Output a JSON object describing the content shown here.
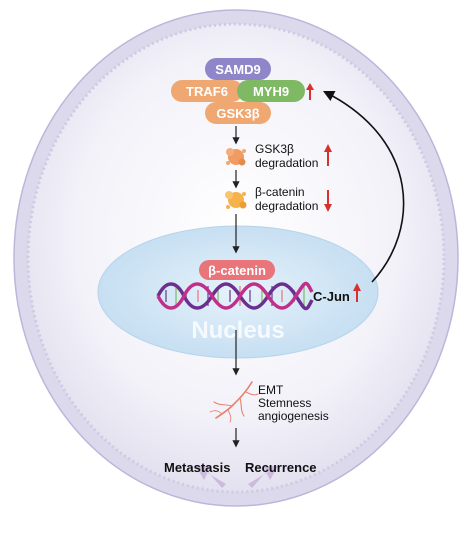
{
  "proteins": {
    "top": "SAMD9",
    "left": "TRAF6",
    "right": "MYH9",
    "bottom": "GSK3β"
  },
  "steps": {
    "gsk3b_line1": "GSK3β",
    "gsk3b_line2": "degradation",
    "bcat_line1": "β-catenin",
    "bcat_line2": "degradation"
  },
  "nucleus": {
    "label": "Nucleus",
    "bcatenin": "β-catenin",
    "cjun": "C-Jun"
  },
  "outcomes": {
    "line1": "EMT",
    "line2": "Stemness",
    "line3": "angiogenesis",
    "metastasis": "Metastasis",
    "recurrence": "Recurrence"
  },
  "colors": {
    "samd9": "#8e86c9",
    "traf6": "#f0a873",
    "myh9": "#7fb963",
    "gsk3b": "#f0a873",
    "bcatenin": "#e9747a",
    "up_arrow": "#d7312d",
    "down_arrow": "#d7312d",
    "nucleus": "#cfe5f5",
    "cell_border": "#c8c2e0"
  }
}
